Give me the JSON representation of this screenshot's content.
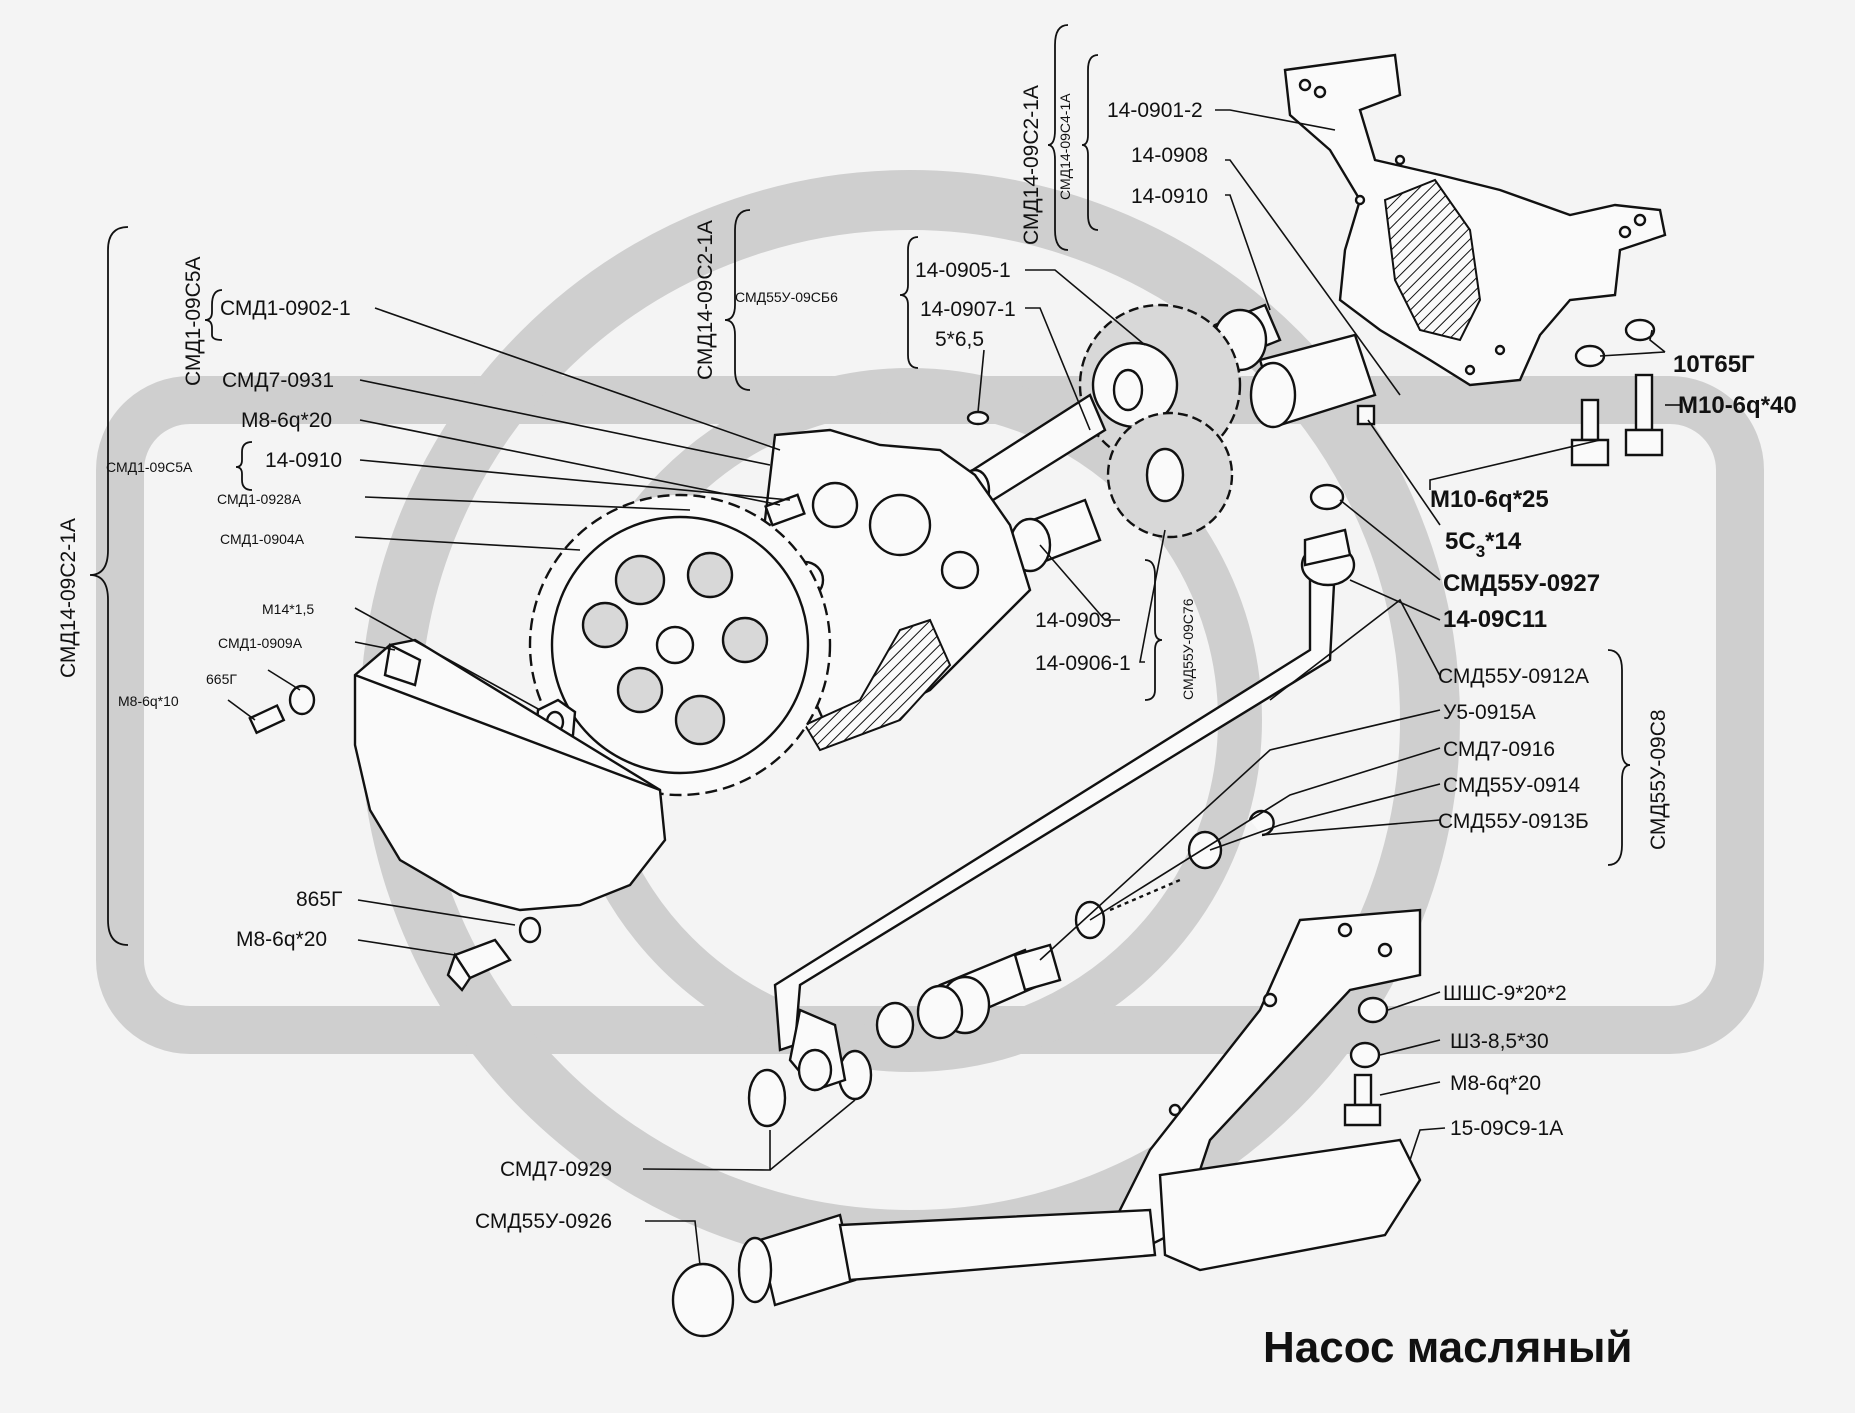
{
  "title": "Насос масляный",
  "watermark": {
    "color": "#cfcfcf"
  },
  "labels": {
    "p_14_0901_2": "14-0901-2",
    "p_14_0908": "14-0908",
    "p_14_0910_top": "14-0910",
    "p_14_0905_1": "14-0905-1",
    "p_14_0907_1": "14-0907-1",
    "p_5x6_5": "5*6,5",
    "p_10t65g": "10Т65Г",
    "p_m10_40": "М10-6q*40",
    "p_m10_25": "М10-6q*25",
    "p_5c3_14_a": "5С",
    "p_5c3_14_sub": "3",
    "p_5c3_14_b": "*14",
    "p_smd55u_0927": "СМД55У-0927",
    "p_14_09c11": "14-09С11",
    "p_smd55u_0912a": "СМД55У-0912А",
    "p_u5_0915a": "У5-0915А",
    "p_smd7_0916": "СМД7-0916",
    "p_smd55u_0914": "СМД55У-0914",
    "p_smd55u_0913b": "СМД55У-0913Б",
    "p_shshs": "ШШС-9*20*2",
    "p_sh3": "Ш3-8,5*30",
    "p_m8_20_r": "М8-6q*20",
    "p_15_09c9": "15-09С9-1А",
    "p_smd7_0929": "СМД7-0929",
    "p_smd55u_0926": "СМД55У-0926",
    "p_smd1_0902_1": "СМД1-0902-1",
    "p_smd7_0931": "СМД7-0931",
    "p_m8_20_a": "М8-6q*20",
    "p_14_0910_left": "14-0910",
    "p_smd1_0928a": "СМД1-0928А",
    "p_smd1_0904a": "СМД1-0904А",
    "p_m14": "М14*1,5",
    "p_smd1_0909a": "СМД1-0909А",
    "p_665g": "665Г",
    "p_m8_10": "М8-6q*10",
    "p_865g": "865Г",
    "p_m8_20_b": "М8-6q*20",
    "p_14_0903": "14-0903",
    "p_14_0906_1": "14-0906-1"
  },
  "groups": {
    "g_smd14_09c2_1a_left": "СМД14-09С2-1А",
    "g_smd1_09c5a_top": "СМД1-09С5А",
    "g_smd1_09c5a_mid": "СМД1-09С5А",
    "g_smd14_09c2_1a_center": "СМД14-09С2-1А",
    "g_smd55u_09c56": "СМД55У-09СБ6",
    "g_smd14_09c2_1a_top": "СМД14-09С2-1А",
    "g_smd14_09c4_1a": "СМД14-09С4-1А",
    "g_smd55u_09c76": "СМД55У-09С76",
    "g_smd55u_09c8": "СМД55У-09С8"
  }
}
